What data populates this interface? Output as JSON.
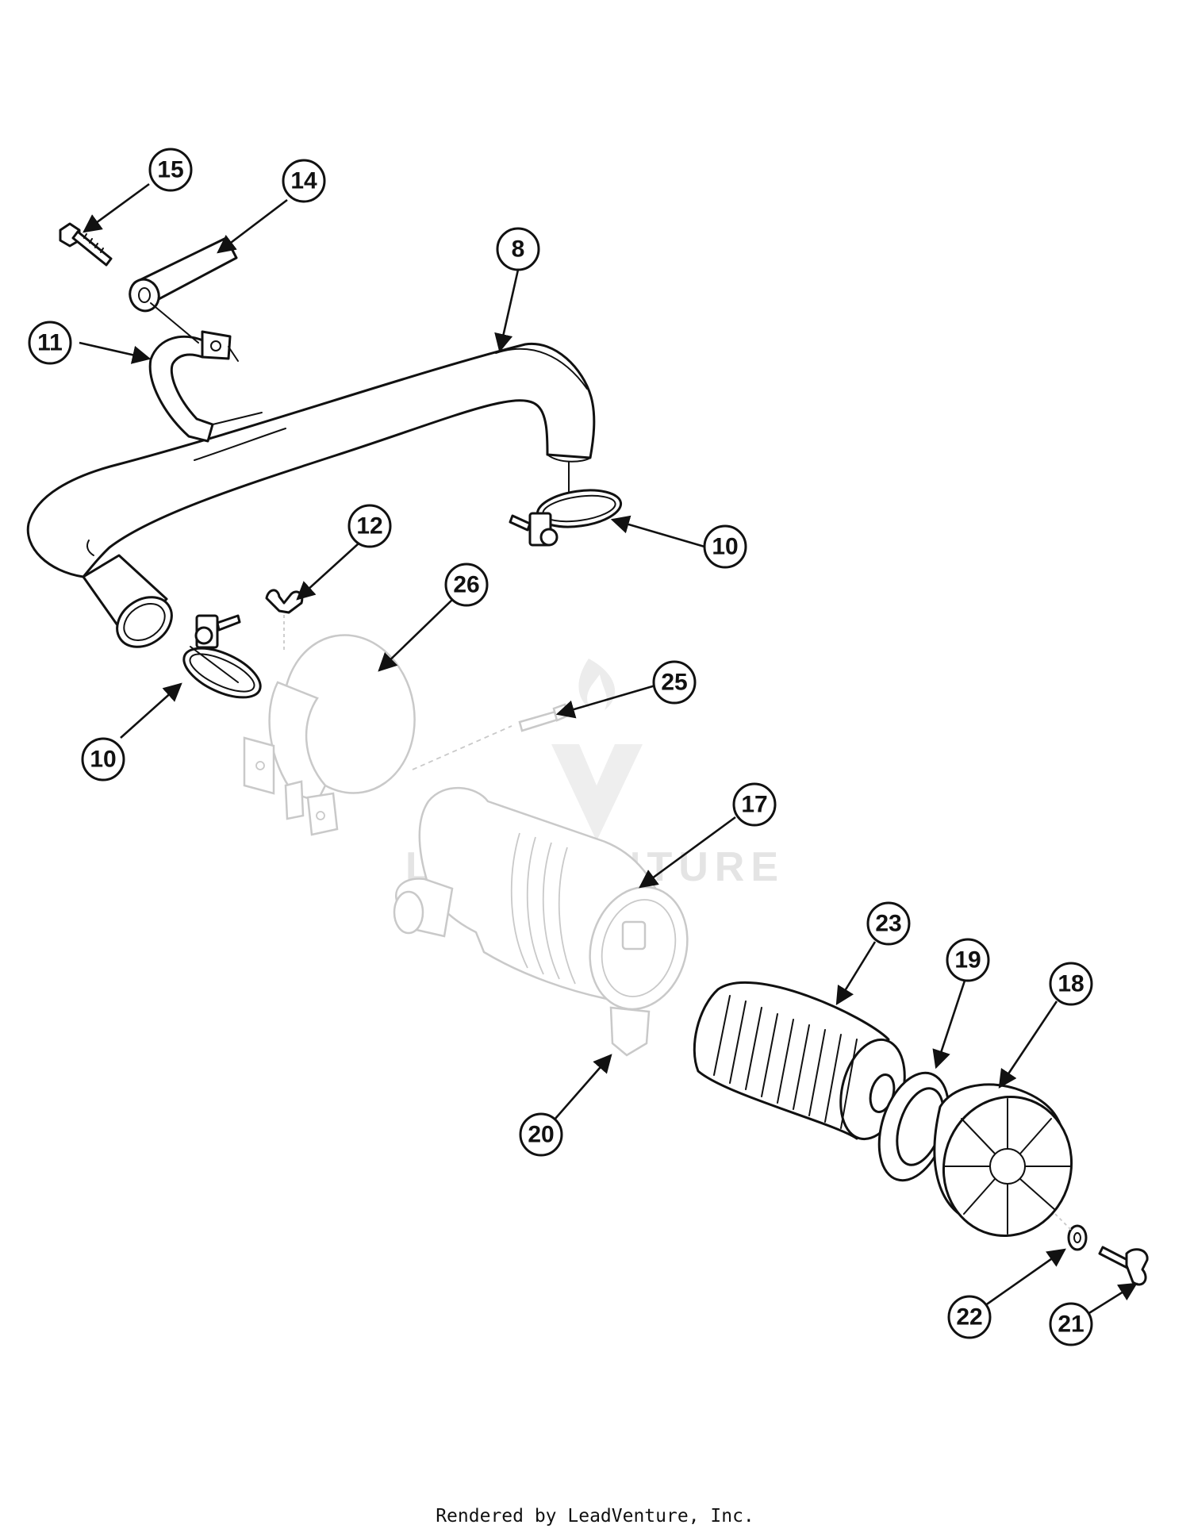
{
  "watermark": {
    "text": "LEADVENTURE"
  },
  "footer": {
    "text": "Rendered by LeadVenture, Inc."
  },
  "callouts": [
    {
      "id": "callout-15",
      "label": "15"
    },
    {
      "id": "callout-14",
      "label": "14"
    },
    {
      "id": "callout-8",
      "label": "8"
    },
    {
      "id": "callout-11",
      "label": "11"
    },
    {
      "id": "callout-10a",
      "label": "10"
    },
    {
      "id": "callout-12",
      "label": "12"
    },
    {
      "id": "callout-26",
      "label": "26"
    },
    {
      "id": "callout-10b",
      "label": "10"
    },
    {
      "id": "callout-25",
      "label": "25"
    },
    {
      "id": "callout-17",
      "label": "17"
    },
    {
      "id": "callout-23",
      "label": "23"
    },
    {
      "id": "callout-19",
      "label": "19"
    },
    {
      "id": "callout-18",
      "label": "18"
    },
    {
      "id": "callout-20",
      "label": "20"
    },
    {
      "id": "callout-22",
      "label": "22"
    },
    {
      "id": "callout-21",
      "label": "21"
    }
  ]
}
